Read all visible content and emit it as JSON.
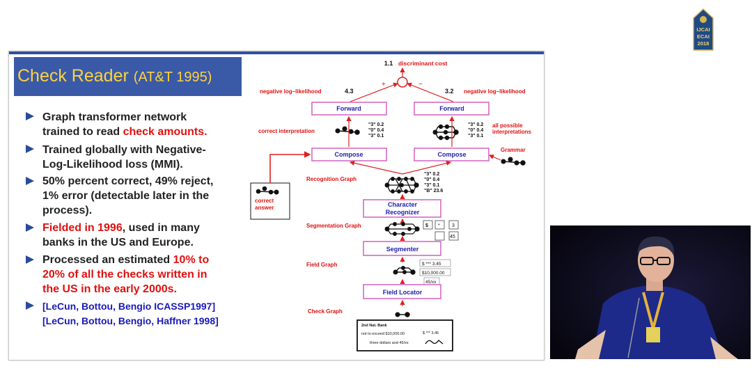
{
  "logo": {
    "line1": "IJCAI",
    "line2": "ECAI",
    "line3": "2018"
  },
  "slide": {
    "title": "Check Reader",
    "title_sub": "(AT&T 1995)",
    "bullets": {
      "b1a": "Graph transformer network",
      "b1b": "trained to read ",
      "b1c": "check amounts.",
      "b2a": "Trained globally with Negative-",
      "b2b": "Log-Likelihood loss (MMI).",
      "b3a": "50% percent correct, 49% reject,",
      "b3b": "1% error (detectable later in the",
      "b3c": "process).",
      "b4a": "Fielded in 1996",
      "b4b": ", used in many",
      "b4c": "banks in the US and Europe.",
      "b5a": "Processed an estimated ",
      "b5b": "10% to",
      "b5c": "20% of all the checks written in",
      "b5d": "the US in the early 2000s.",
      "b6a": "[LeCun, Bottou, Bengio ICASSP1997]",
      "b6b": "[LeCun, Bottou, Bengio, Haffner 1998]"
    }
  },
  "diagram": {
    "cost_num": "1.1",
    "cost_label": "discriminant cost",
    "plus": "+",
    "minus": "−",
    "nll_left": "negative log–likelihood",
    "nll_left_val": "4.3",
    "nll_right_val": "3.2",
    "nll_right": "negative log–likelihood",
    "forward": "Forward",
    "correct_interp": "correct interpretation",
    "all_interp_1": "all possible",
    "all_interp_2": "interpretations",
    "grammar": "Grammar",
    "compose": "Compose",
    "correct_answer_1": "correct",
    "correct_answer_2": "answer",
    "recognition_graph": "Recognition Graph",
    "char_recognizer_1": "Character",
    "char_recognizer_2": "Recognizer",
    "segmentation_graph": "Segmentation Graph",
    "segmenter": "Segmenter",
    "field_graph": "Field Graph",
    "field_locator": "Field Locator",
    "check_graph": "Check Graph",
    "scores_left": [
      "\"3\" 0.2",
      "\"0\" 0.4",
      "\"3\" 0.1"
    ],
    "scores_right": [
      "\"3\" 0.2",
      "\"0\" 0.4",
      "\"3\" 0.1"
    ],
    "scores_rec": [
      "\"3\" 0.2",
      "\"0\" 0.4",
      "\"3\" 0.1",
      "\"B\" 23.6"
    ],
    "seg_box1": "$",
    "seg_box2": "*",
    "seg_box3": "3",
    "seg_box4": "45",
    "field_amt1": "$ *** 3.45",
    "field_amt2": "$10,000.00",
    "field_amt3": "45/xx",
    "check_bank": "2nd Nat. Bank",
    "check_line1": "not to exceed $10,000.00",
    "check_amt": "$ *** 3.45",
    "check_line2": "three dollars and 45/xx"
  }
}
